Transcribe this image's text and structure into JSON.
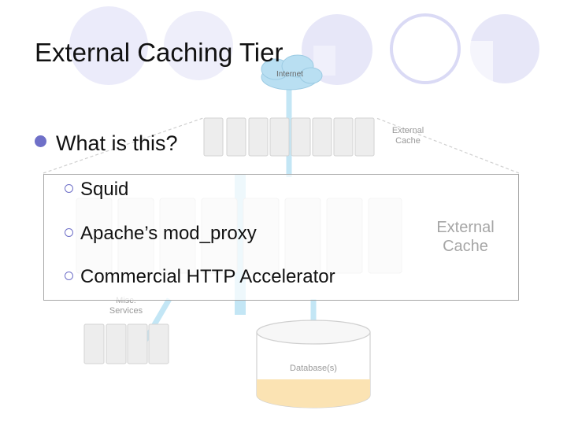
{
  "title": "External Caching Tier",
  "bullets": {
    "main": "What is this?",
    "sub": [
      "Squid",
      "Apache’s mod_proxy",
      "Commercial HTTP Accelerator"
    ]
  },
  "diagram": {
    "internet_label": "Internet",
    "external_cache_small": [
      "External",
      "Cache"
    ],
    "external_cache_large": [
      "External",
      "Cache"
    ],
    "misc_services_label": [
      "Misc.",
      "Services"
    ],
    "database_label": "Database(s)"
  },
  "colors": {
    "accent": "#6f70c8",
    "decor_circle": "#c9c9f0",
    "cloud": "#b9dff2",
    "link": "#c3e6f5",
    "db_fill": "#fbe3b3"
  }
}
